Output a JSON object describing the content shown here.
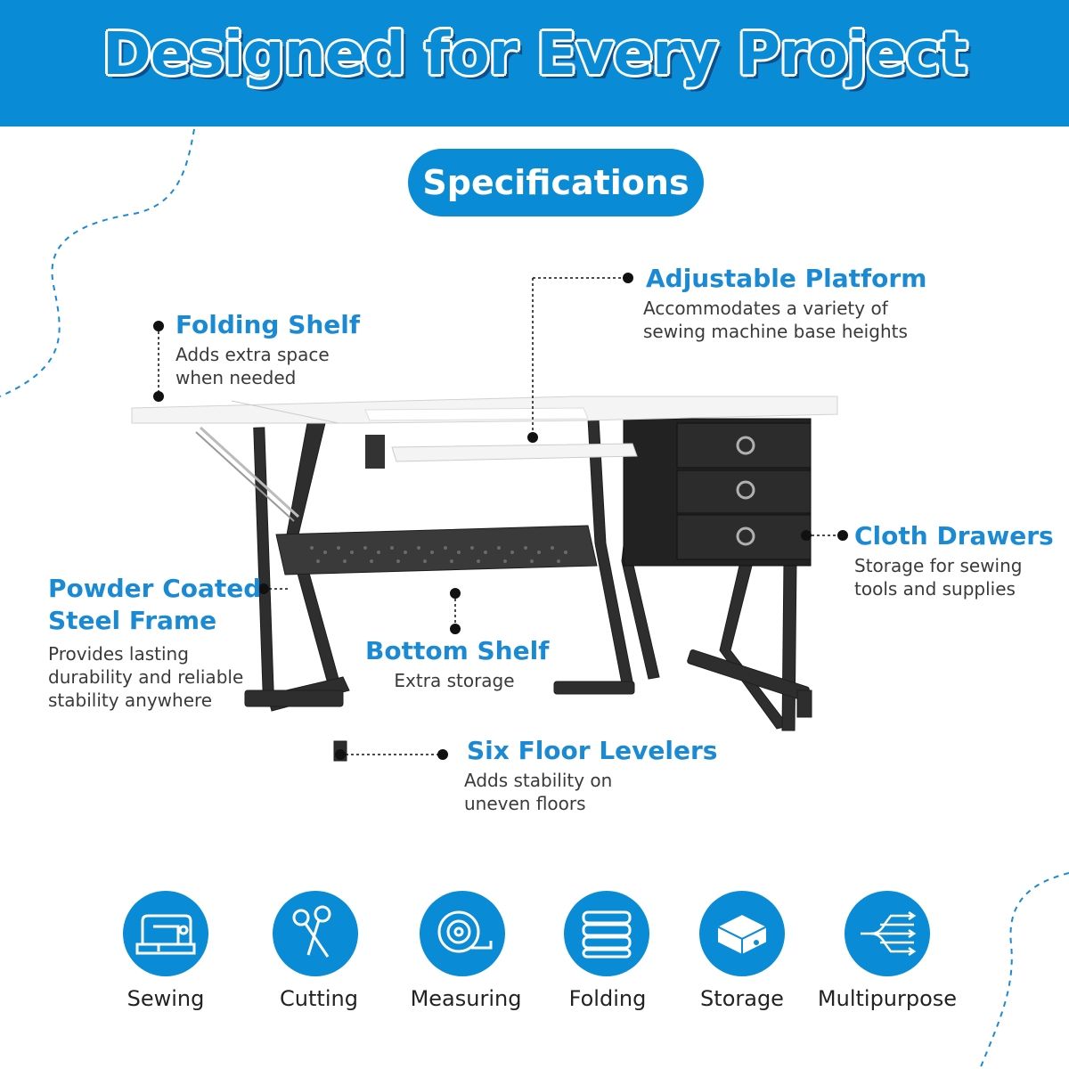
{
  "header": {
    "title": "Designed for Every Project"
  },
  "section": {
    "pill_label": "Specifications"
  },
  "features": [
    {
      "title": "Folding Shelf",
      "desc_lines": [
        "Adds extra space",
        "when needed"
      ]
    },
    {
      "title": "Adjustable Platform",
      "desc_lines": [
        "Accommodates a variety of",
        "sewing machine base heights"
      ]
    },
    {
      "title": "Cloth Drawers",
      "desc_lines": [
        "Storage for sewing",
        "tools and supplies"
      ]
    },
    {
      "title_lines": [
        "Powder Coated",
        "Steel Frame"
      ],
      "desc_lines": [
        "Provides lasting",
        "durability and reliable",
        "stability anywhere"
      ]
    },
    {
      "title": "Bottom Shelf",
      "desc_lines": [
        "Extra storage"
      ]
    },
    {
      "title": "Six Floor Levelers",
      "desc_lines": [
        "Adds stability on",
        "uneven floors"
      ]
    }
  ],
  "uses": [
    {
      "label": "Sewing",
      "icon": "sewing-machine-icon"
    },
    {
      "label": "Cutting",
      "icon": "scissors-icon"
    },
    {
      "label": "Measuring",
      "icon": "tape-measure-icon"
    },
    {
      "label": "Folding",
      "icon": "folded-fabric-icon"
    },
    {
      "label": "Storage",
      "icon": "storage-box-icon"
    },
    {
      "label": "Multipurpose",
      "icon": "multi-arrows-icon"
    }
  ],
  "colors": {
    "brand_blue": "#0a8bd6",
    "frame_black": "#2b2b2b",
    "tabletop_white": "#f4f4f4"
  }
}
